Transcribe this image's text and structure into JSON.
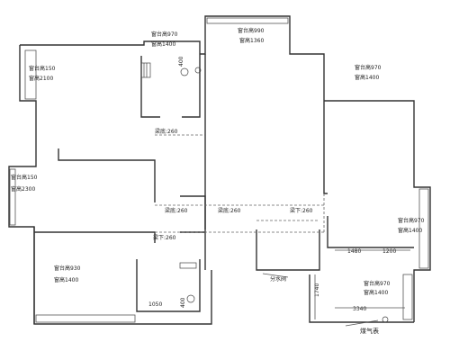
{
  "labels": {
    "win_topleft_sill": "窗台高150",
    "win_topleft_height": "窗高2100",
    "win_topcenter_sill": "窗台高970",
    "win_topcenter_height": "窗高1400",
    "win_top_sill": "窗台高990",
    "win_top_height": "窗高1360",
    "win_right_sill": "窗台高970",
    "win_right_height": "窗高1400",
    "win_left_sill": "窗台高150",
    "win_left_height": "窗高2300",
    "win_right_mid_sill": "窗台高970",
    "win_right_mid_height": "窗高1400",
    "win_bottomleft_sill": "窗台高930",
    "win_bottomleft_height": "窗高1400",
    "win_bottomright_sill": "窗台高970",
    "win_bottomright_height": "窗高1400",
    "beam_1": "梁底:260",
    "beam_2": "梁底:260",
    "beam_3": "梁底:260",
    "beam_4": "梁下:260",
    "beam_5": "梁下:260",
    "dim_1480": "1480",
    "dim_1200": "1200",
    "dim_1740": "1740",
    "dim_3340": "3340",
    "dim_1050": "1050",
    "dim_400_top": "400",
    "dim_400_bottom": "400",
    "water_box": "分水阀",
    "gas_meter": "煤气表"
  }
}
